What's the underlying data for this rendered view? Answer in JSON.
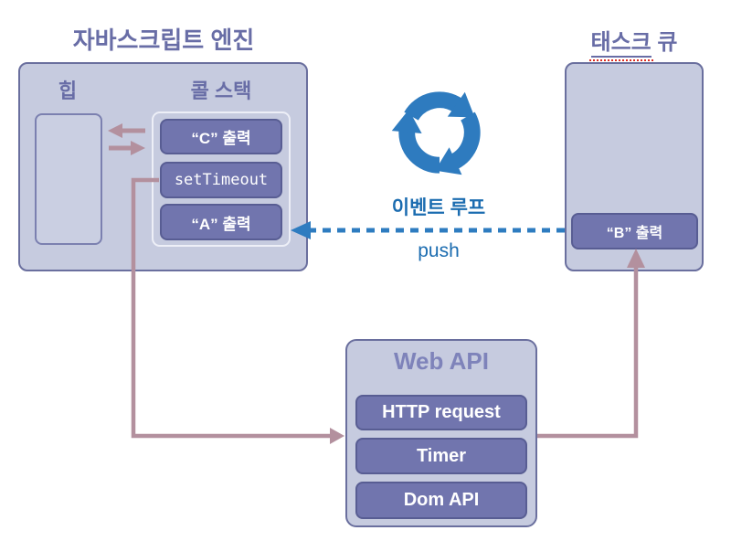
{
  "engine": {
    "title": "자바스크립트 엔진",
    "heap_label": "힙",
    "call_stack_label": "콜 스택",
    "stack_items": [
      "“C” 출력",
      "setTimeout",
      "“A” 출력"
    ]
  },
  "task_queue": {
    "title_word": "태스크",
    "title_rest": " 큐",
    "items": [
      "“B” 출력"
    ]
  },
  "event_loop": {
    "label": "이벤트 루프",
    "push_label": "push",
    "icon": "circular-arrows-icon"
  },
  "web_api": {
    "title": "Web API",
    "items": [
      "HTTP request",
      "Timer",
      "Dom API"
    ]
  },
  "colors": {
    "accent_blue": "#2e7bbf",
    "label_blue": "#1b6cb0",
    "panel_fill": "#c6cbdf",
    "panel_border": "#6a6f9e",
    "item_fill": "#7175ae",
    "item_border": "#585d93",
    "heading_purple": "#686da6",
    "arrow_mauve": "#b3909e",
    "spellcheck_red": "#dd2b20"
  }
}
